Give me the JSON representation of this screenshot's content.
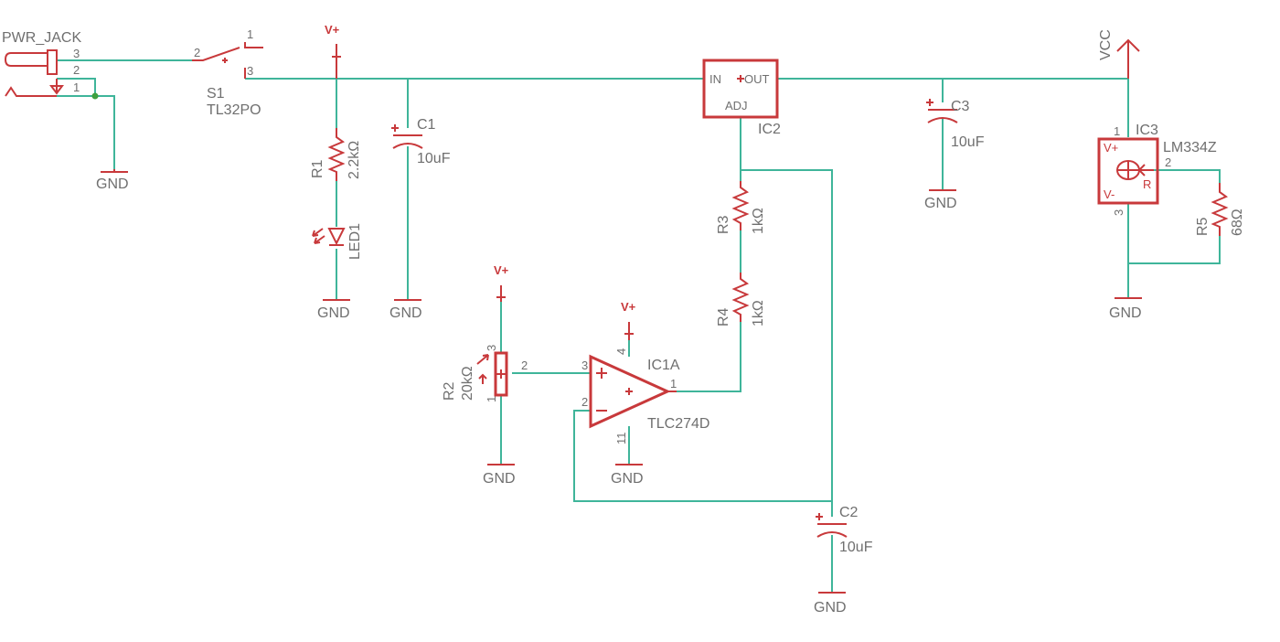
{
  "parts": {
    "pwr_jack": {
      "name": "PWR_JACK",
      "pins": [
        "3",
        "2",
        "1"
      ]
    },
    "s1": {
      "name": "S1",
      "value": "TL32PO",
      "pins": [
        "1",
        "2",
        "3"
      ]
    },
    "r1": {
      "name": "R1",
      "value": "2.2kΩ"
    },
    "led1": {
      "name": "LED1"
    },
    "c1": {
      "name": "C1",
      "value": "10uF"
    },
    "ic2": {
      "name": "IC2",
      "in": "IN",
      "out": "OUT",
      "adj": "ADJ"
    },
    "c3": {
      "name": "C3",
      "value": "10uF"
    },
    "ic3": {
      "name": "IC3",
      "value": "LM334Z",
      "vplus": "V+",
      "vminus": "V-",
      "r": "R",
      "pins": [
        "1",
        "2",
        "3"
      ]
    },
    "r5": {
      "name": "R5",
      "value": "68Ω"
    },
    "r3": {
      "name": "R3",
      "value": "1kΩ"
    },
    "r4": {
      "name": "R4",
      "value": "1kΩ"
    },
    "r2": {
      "name": "R2",
      "value": "20kΩ",
      "pins": [
        "3",
        "2",
        "1"
      ]
    },
    "ic1a": {
      "name": "IC1A",
      "value": "TLC274D",
      "pins": [
        "3",
        "2",
        "4",
        "11",
        "1"
      ]
    },
    "c2": {
      "name": "C2",
      "value": "10uF"
    }
  },
  "power": {
    "vplus": "V+",
    "vcc": "VCC",
    "gnd": "GND"
  },
  "colors": {
    "wire": "#3fb59a",
    "part": "#c8393b",
    "label": "#6f6f6f",
    "junction": "#3fa03f"
  }
}
